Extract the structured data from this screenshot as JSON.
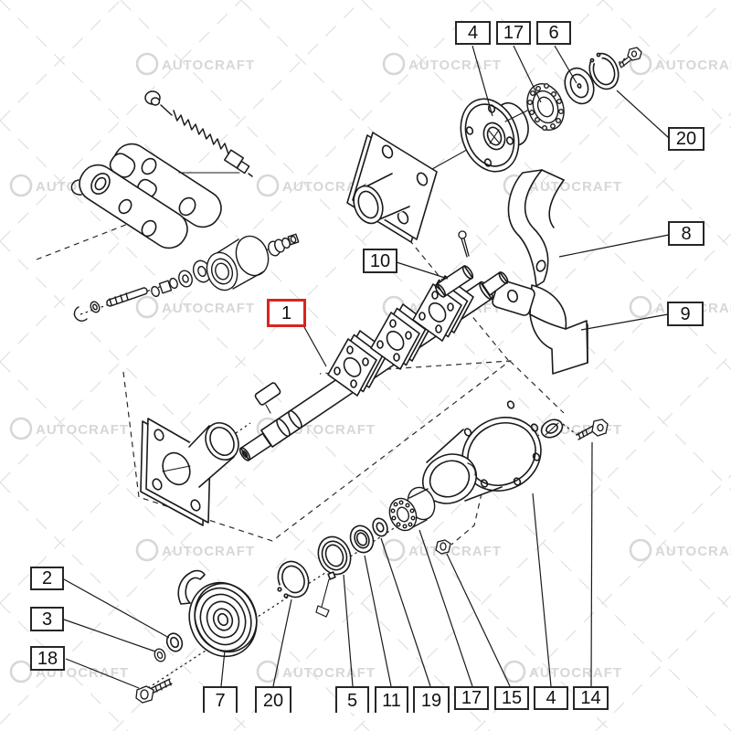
{
  "watermark": {
    "text": "AUTOCRAFT",
    "color": "#d7d7d7"
  },
  "drawing": {
    "line_color": "#1a1a1a",
    "highlight_color": "#d9241f",
    "background": "#ffffff",
    "highlighted_callout": "1"
  },
  "callouts": {
    "top_4": {
      "label": "4"
    },
    "top_17": {
      "label": "17"
    },
    "top_6": {
      "label": "6"
    },
    "right_20": {
      "label": "20"
    },
    "right_8": {
      "label": "8"
    },
    "right_9": {
      "label": "9"
    },
    "mid_10": {
      "label": "10"
    },
    "mid_1": {
      "label": "1",
      "highlighted": true
    },
    "left_2": {
      "label": "2"
    },
    "left_3": {
      "label": "3"
    },
    "left_18": {
      "label": "18"
    },
    "bottom_7": {
      "label": "7"
    },
    "bottom_20": {
      "label": "20"
    },
    "bottom_5": {
      "label": "5"
    },
    "bottom_11": {
      "label": "11"
    },
    "bottom_19": {
      "label": "19"
    },
    "bottom_17": {
      "label": "17"
    },
    "bottom_15": {
      "label": "15"
    },
    "bottom_4": {
      "label": "4"
    },
    "bottom_14": {
      "label": "14"
    }
  }
}
